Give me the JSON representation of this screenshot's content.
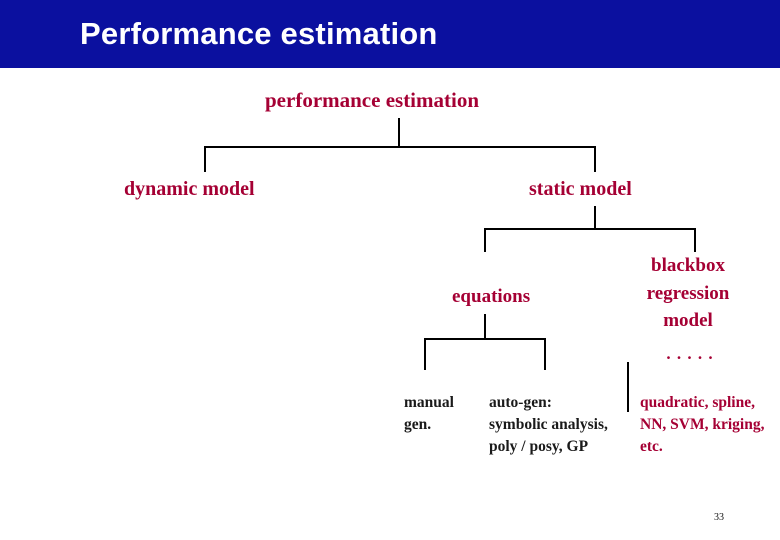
{
  "slide": {
    "title": "Performance estimation",
    "page_number": "33",
    "colors": {
      "title_bar": "#0b109f",
      "title_text": "#ffffff",
      "node_text": "#a50034",
      "leaf_text": "#1a1a1a",
      "line": "#000000",
      "background": "#ffffff"
    }
  },
  "diagram": {
    "type": "tree",
    "nodes": {
      "root": "performance estimation",
      "dynamic_model": "dynamic model",
      "static_model": "static model",
      "equations": "equations",
      "blackbox_regression_model": "blackbox regression model",
      "ellipsis": ". . . . .",
      "manual_gen": "manual gen.",
      "auto_gen": "auto-gen: symbolic analysis, poly / posy, GP",
      "quadratic": "quadratic, spline, NN, SVM, kriging, etc."
    }
  }
}
